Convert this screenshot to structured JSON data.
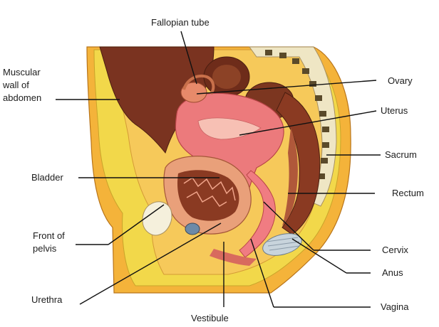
{
  "labels": {
    "fallopian_tube": "Fallopian tube",
    "muscular_wall": [
      "Muscular",
      "wall of",
      "abdomen"
    ],
    "ovary": "Ovary",
    "uterus": "Uterus",
    "sacrum": "Sacrum",
    "bladder": "Bladder",
    "rectum": "Rectum",
    "front_of_pelvis": [
      "Front of",
      "pelvis"
    ],
    "cervix": "Cervix",
    "anus": "Anus",
    "urethra": "Urethra",
    "vagina": "Vagina",
    "vestibule": "Vestibule"
  },
  "colors": {
    "skin": "#f4b33a",
    "fat": "#f2d84a",
    "muscle": "#8a3a22",
    "organ_pink": "#f07c82",
    "bladder_wall": "#e9a07a",
    "uterus_fill": "#ec7a7c",
    "bone": "#efe6c4"
  }
}
